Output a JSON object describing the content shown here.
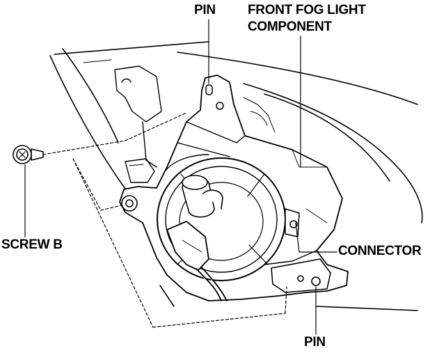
{
  "labels": {
    "pin_top": "PIN",
    "fog_light_line1": "FRONT FOG LIGHT",
    "fog_light_line2": "COMPONENT",
    "screw": "SCREW B",
    "connector": "CONNECTOR",
    "pin_bottom": "PIN"
  }
}
